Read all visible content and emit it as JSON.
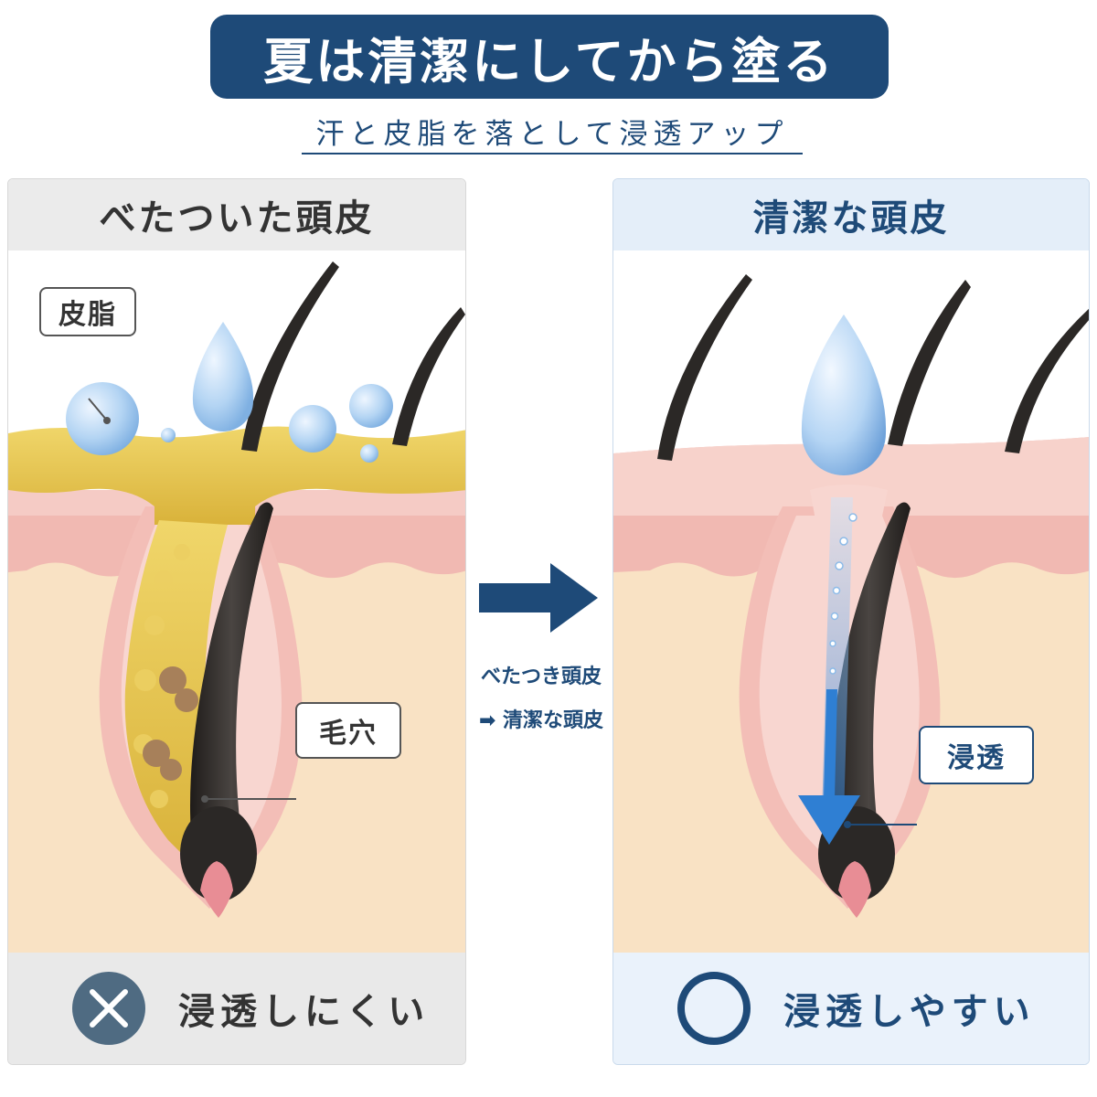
{
  "title": "夏は清潔にしてから塗る",
  "subtitle": "汗と皮脂を落として浸透アップ",
  "left_panel": {
    "header": "べたついた頭皮",
    "label_sebum": "皮脂",
    "label_pore": "毛穴",
    "result_icon": "cross-circle-icon",
    "result_text": "浸透しにくい"
  },
  "right_panel": {
    "header": "清潔な頭皮",
    "label_penetration": "浸透",
    "result_icon": "circle-icon",
    "result_text": "浸透しやすい"
  },
  "middle": {
    "arrow_icon": "right-arrow-icon",
    "line1": "べたつき頭皮",
    "line2_arrow": "➡",
    "line2_text": "清潔な頭皮"
  },
  "colors": {
    "navy": "#1e4a78",
    "sebum": "#e2c14a",
    "skin_top": "#f2c3bd",
    "skin_dermis": "#f9e2c4",
    "hair": "#2b2826",
    "water": "#a9cdf0"
  }
}
